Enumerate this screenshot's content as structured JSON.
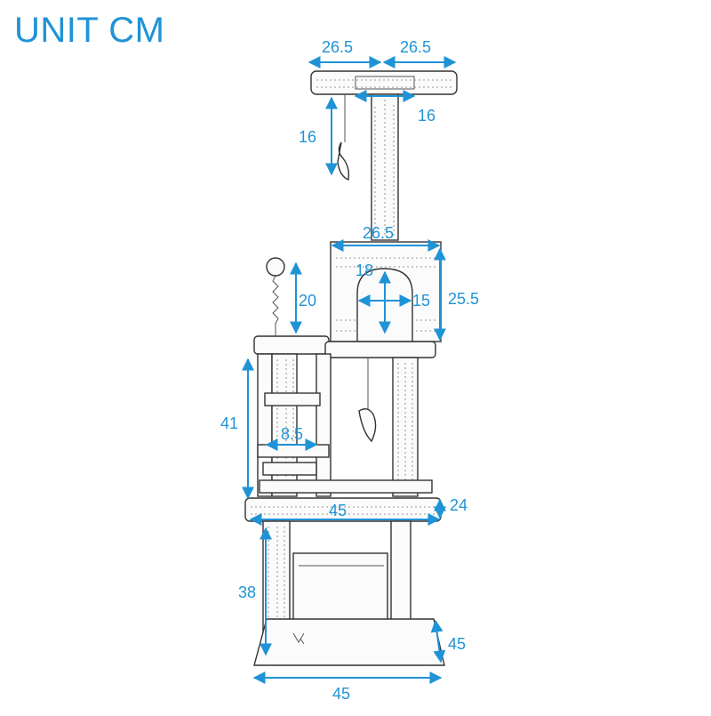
{
  "title": "UNIT CM",
  "colors": {
    "dimension": "#1f93d6",
    "sketch": "#333333"
  },
  "dimensions": {
    "top_perch_left_width": "26.5",
    "top_perch_right_width": "26.5",
    "top_post_width": "16",
    "toy_hang_height": "16",
    "condo_width": "26.5",
    "condo_opening_height": "18",
    "condo_opening_width": "15",
    "condo_height": "25.5",
    "ball_spring_height": "20",
    "middle_section_height": "41",
    "ladder_gap": "8.5",
    "lower_platform_width": "45",
    "lower_platform_depth": "24",
    "base_post_height": "38",
    "base_depth": "45",
    "base_width": "45"
  }
}
